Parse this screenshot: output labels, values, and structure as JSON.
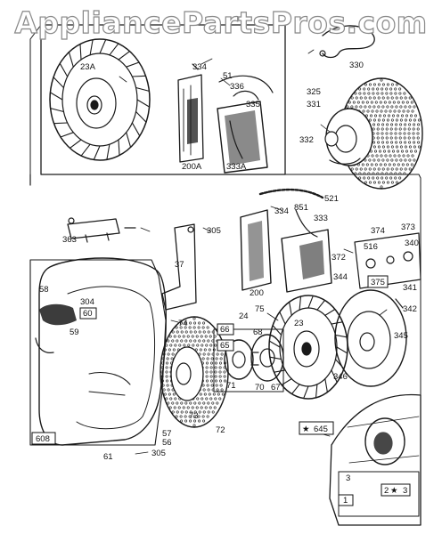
{
  "watermark": "AppliancePartsPros.com",
  "labels": {
    "p23a": "23A",
    "p334a": "334",
    "p330": "330",
    "p51": "51",
    "p336": "336",
    "p335": "335",
    "p325": "325",
    "p331": "331",
    "p332": "332",
    "p200a": "200A",
    "p333a": "333A",
    "p521": "521",
    "p334b": "334",
    "p851": "851",
    "p333b": "333",
    "p374": "374",
    "p373": "373",
    "p363": "363",
    "p305a": "305",
    "p516": "516",
    "p340": "340",
    "p372": "372",
    "p37": "37",
    "p344": "344",
    "p200": "200",
    "p375": "375",
    "p341": "341",
    "p58": "58",
    "p304": "304",
    "p60": "60",
    "p59": "59",
    "p75": "75",
    "p24": "24",
    "p74": "74",
    "p342": "342",
    "p66": "66",
    "p68": "68",
    "p65": "65",
    "p23b": "23",
    "p345": "345",
    "p71": "71",
    "p70": "70",
    "p67": "67",
    "p346": "346",
    "p73": "73",
    "p72": "72",
    "p57": "57",
    "p56": "56",
    "p608": "608",
    "p645": "645",
    "p61": "61",
    "p305b": "305",
    "p3a": "3",
    "p2": "2",
    "p3b": "3",
    "p1": "1"
  }
}
